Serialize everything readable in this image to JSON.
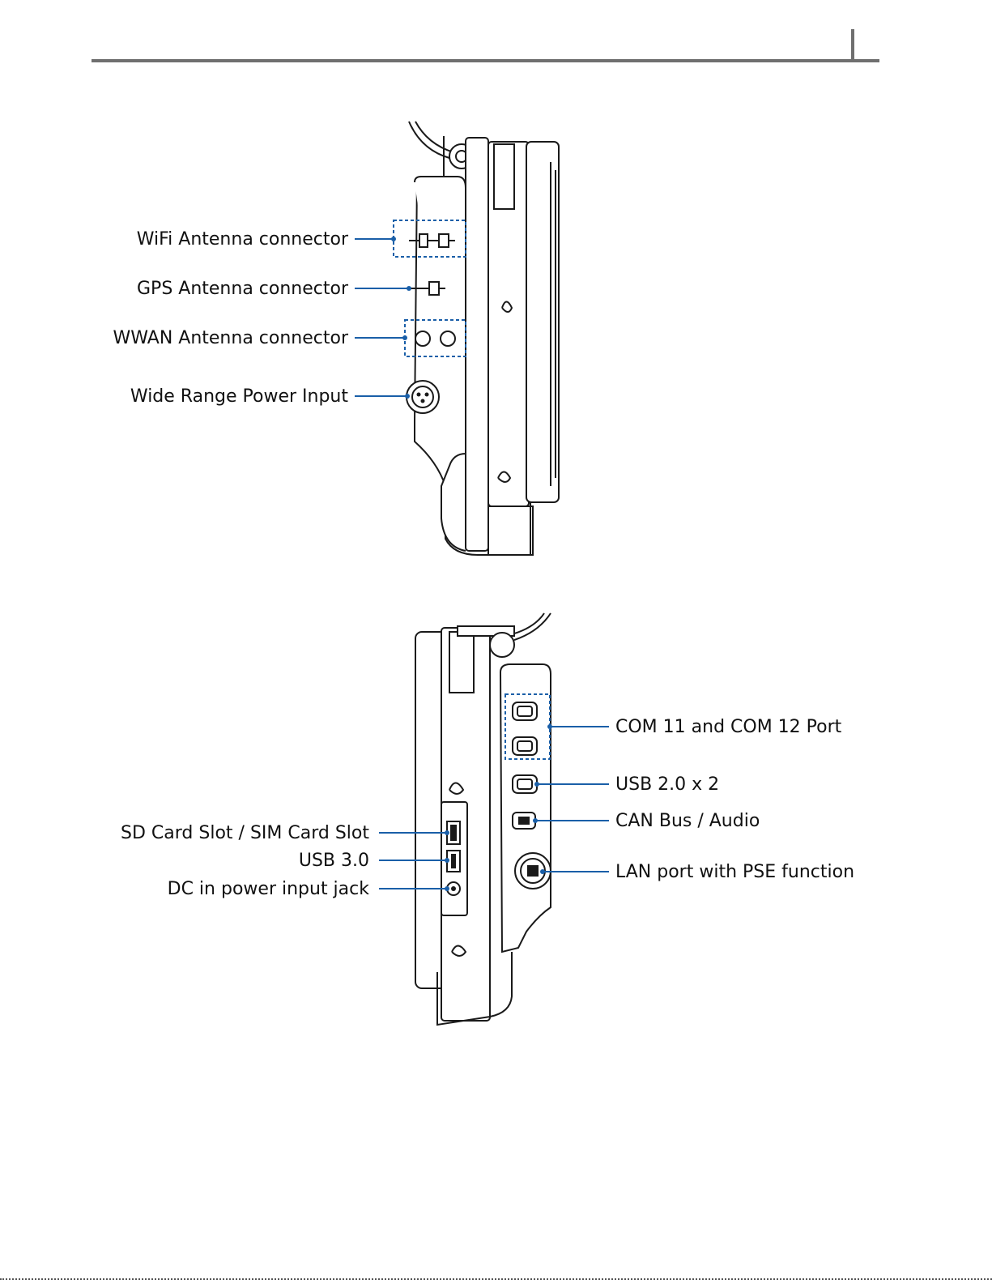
{
  "top_view": {
    "labels": [
      "WiFi Antenna connector",
      "GPS Antenna connector",
      "WWAN  Antenna connector",
      "Wide Range Power Input"
    ]
  },
  "bottom_view": {
    "left_labels": [
      "SD Card Slot / SIM Card Slot",
      "USB 3.0",
      "DC in power input jack"
    ],
    "right_labels": [
      "COM 11 and COM 12 Port",
      "USB 2.0 x 2",
      "CAN Bus / Audio",
      "LAN port with PSE function"
    ]
  },
  "colors": {
    "leader_line": "#1a5fa8",
    "header_rule": "#6f6f6f"
  }
}
